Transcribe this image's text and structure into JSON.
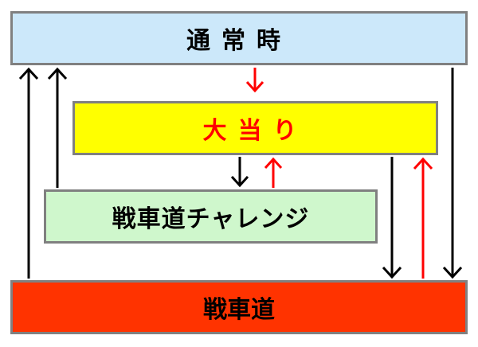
{
  "states": {
    "normal": "通常時",
    "jackpot": "大当り",
    "challenge": "戦車道チャレンジ",
    "sensha_do": "戦車道"
  },
  "colors": {
    "normal_fill": "#cce8fa",
    "jackpot_fill": "#ffff00",
    "jackpot_text": "#ff0000",
    "challenge_fill": "#cff7cc",
    "sensha_do_fill": "#ff3300",
    "arrow_black": "#000000",
    "arrow_red": "#ff0000",
    "border": "#808080"
  }
}
